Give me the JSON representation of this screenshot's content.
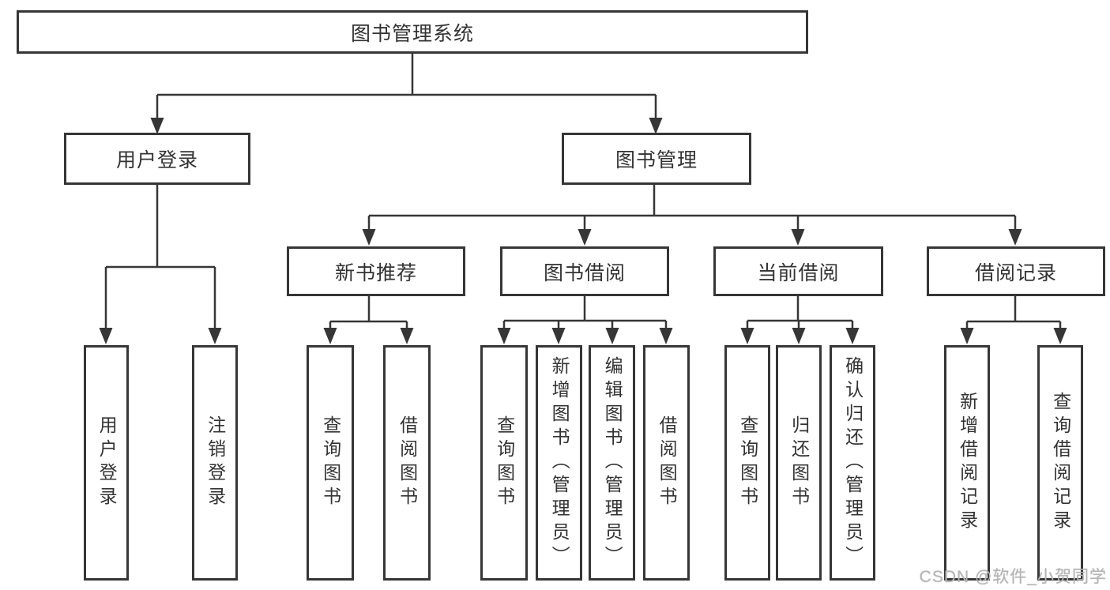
{
  "tree": {
    "label": "图书管理系统",
    "children": [
      {
        "label": "用户登录",
        "children": [
          {
            "label": "用户登录"
          },
          {
            "label": "注销登录"
          }
        ]
      },
      {
        "label": "图书管理",
        "children": [
          {
            "label": "新书推荐",
            "children": [
              {
                "label": "查询图书"
              },
              {
                "label": "借阅图书"
              }
            ]
          },
          {
            "label": "图书借阅",
            "children": [
              {
                "label": "查询图书"
              },
              {
                "label": "新增图书（管理员）"
              },
              {
                "label": "编辑图书（管理员）"
              },
              {
                "label": "借阅图书"
              }
            ]
          },
          {
            "label": "当前借阅",
            "children": [
              {
                "label": "查询图书"
              },
              {
                "label": "归还图书"
              },
              {
                "label": "确认归还（管理员）"
              }
            ]
          },
          {
            "label": "借阅记录",
            "children": [
              {
                "label": "新增借阅记录"
              },
              {
                "label": "查询借阅记录"
              }
            ]
          }
        ]
      }
    ]
  },
  "watermark": {
    "text": "CSDN @软件_小贺同学"
  },
  "colors": {
    "line": "#363636",
    "text": "#333333",
    "box_background": "#ffffff",
    "page_background": "#ffffff",
    "watermark": "#b5b5b5"
  }
}
